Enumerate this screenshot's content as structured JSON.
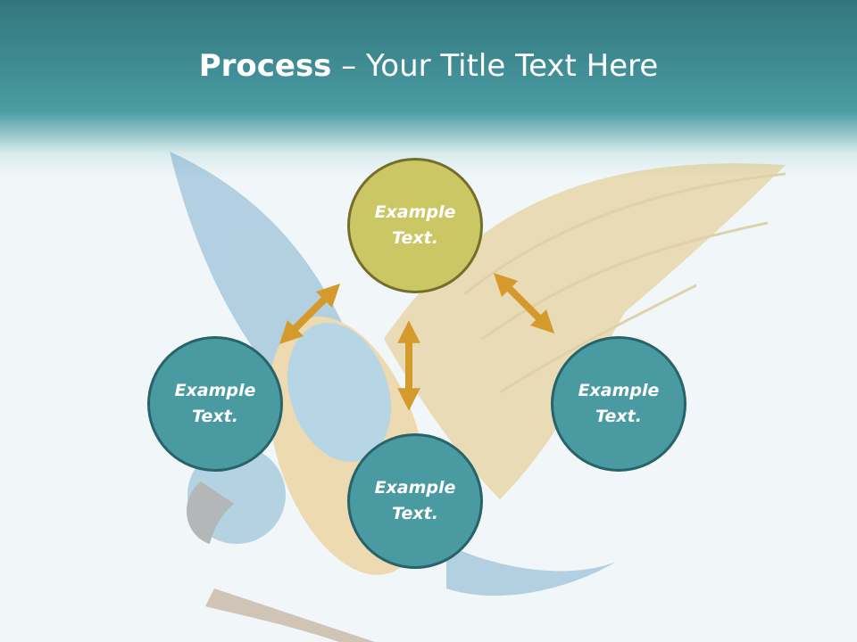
{
  "title": {
    "bold": "Process",
    "rest": " – Your Title Text Here"
  },
  "colors": {
    "header": "#3f8b93",
    "node_teal": "#4a9aa2",
    "node_teal_border": "#276368",
    "node_olive": "#cbc765",
    "node_olive_border": "#746e2a",
    "arrow": "#d49a2c"
  },
  "nodes": [
    {
      "id": "top",
      "label": "Example Text."
    },
    {
      "id": "left",
      "label": "Example Text."
    },
    {
      "id": "right",
      "label": "Example Text."
    },
    {
      "id": "bottom",
      "label": "Example Text."
    }
  ],
  "background": {
    "subject": "parrot-illustration"
  }
}
